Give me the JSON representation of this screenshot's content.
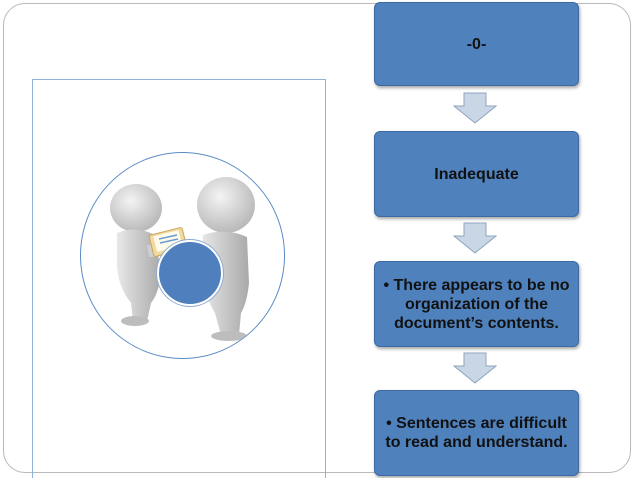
{
  "steps": [
    {
      "label": "-0-"
    },
    {
      "label": "Inadequate"
    },
    {
      "label": "• There appears to be no organization of the document’s contents."
    },
    {
      "label": "• Sentences are difficult to read and understand."
    }
  ],
  "colors": {
    "box_fill": "#4f81bd",
    "arrow_fill": "#c9d6e6",
    "ring": "#5b8cc6"
  },
  "icons": [
    "two-people-figures-icon",
    "clipboard-icon",
    "down-arrow-icon"
  ]
}
